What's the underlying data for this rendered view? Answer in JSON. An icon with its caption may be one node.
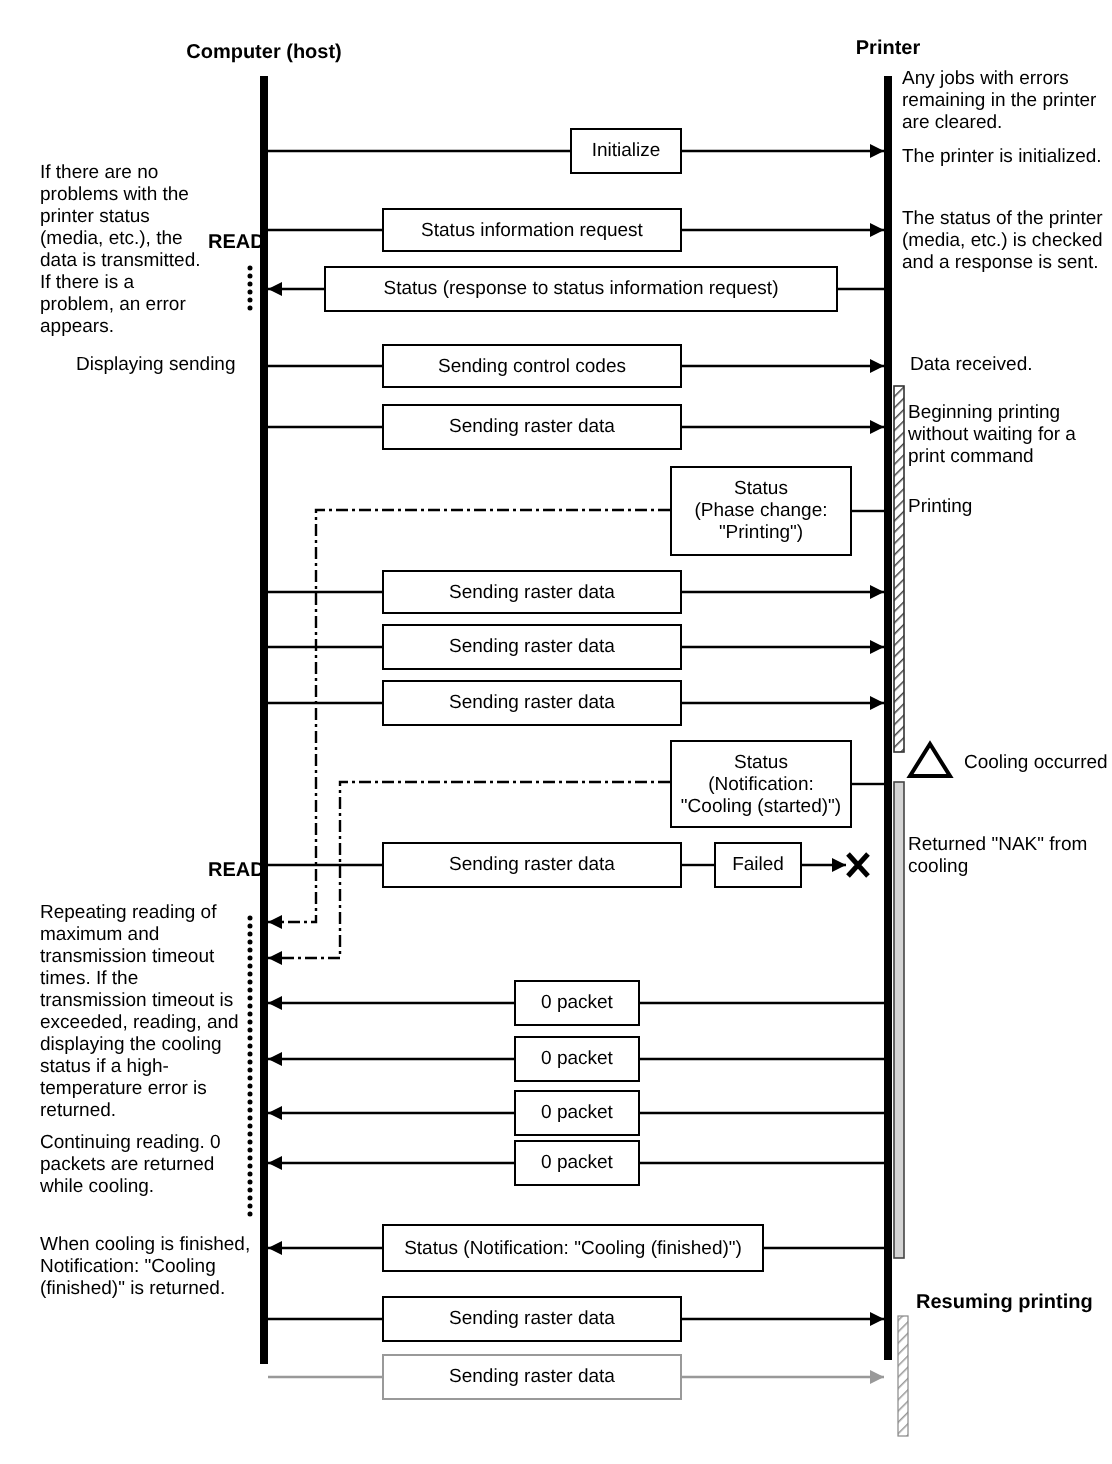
{
  "diagram": {
    "nodes": [
      {
        "text": [
          "Computer (host)"
        ]
      },
      {
        "text": [
          "Printer"
        ]
      },
      {
        "text": [
          "Initialize"
        ]
      },
      {
        "text": [
          "Status information request"
        ]
      },
      {
        "text": [
          "Status (response to status information request)"
        ]
      },
      {
        "text": [
          "Sending control codes"
        ]
      },
      {
        "text": [
          "Sending raster data"
        ]
      },
      {
        "text": [
          "Status",
          "(Phase change: \"Printing\")"
        ]
      },
      {
        "text": [
          "Sending raster data"
        ]
      },
      {
        "text": [
          "Sending raster data"
        ]
      },
      {
        "text": [
          "Sending raster data"
        ]
      },
      {
        "text": [
          "Status",
          "(Notification: \"Cooling (started)\")"
        ]
      },
      {
        "text": [
          "Sending raster data"
        ]
      },
      {
        "text": [
          "Failed"
        ]
      },
      {
        "text": [],
        "shape": "cross"
      },
      {
        "text": [
          "0 packet"
        ]
      },
      {
        "text": [
          "0 packet"
        ]
      },
      {
        "text": [
          "0 packet"
        ]
      },
      {
        "text": [
          "0 packet"
        ]
      },
      {
        "text": [
          "Status (Notification: \"Cooling (finished)\")"
        ]
      },
      {
        "text": [
          "Sending raster data"
        ]
      },
      {
        "text": [
          "Sending raster data"
        ]
      }
    ],
    "edges": [
      {
        "from": 0,
        "to": 2,
        "arrow": "none"
      },
      {
        "from": 2,
        "to": 1,
        "arrow": "to"
      },
      {
        "from": 0,
        "to": 3,
        "arrow": "none"
      },
      {
        "from": 3,
        "to": 1,
        "arrow": "to"
      },
      {
        "from": 1,
        "to": 4,
        "arrow": "none"
      },
      {
        "from": 4,
        "to": 0,
        "arrow": "to"
      },
      {
        "from": 0,
        "to": 5,
        "arrow": "none"
      },
      {
        "from": 5,
        "to": 1,
        "arrow": "to"
      },
      {
        "from": 0,
        "to": 6,
        "arrow": "none"
      },
      {
        "from": 6,
        "to": 1,
        "arrow": "to"
      },
      {
        "from": 1,
        "to": 7,
        "arrow": "none"
      },
      {
        "from": 7,
        "to": 0,
        "arrow": "to",
        "style": "dashed"
      },
      {
        "from": 0,
        "to": 8,
        "arrow": "none"
      },
      {
        "from": 8,
        "to": 1,
        "arrow": "to"
      },
      {
        "from": 0,
        "to": 9,
        "arrow": "none"
      },
      {
        "from": 9,
        "to": 1,
        "arrow": "to"
      },
      {
        "from": 0,
        "to": 10,
        "arrow": "none"
      },
      {
        "from": 10,
        "to": 1,
        "arrow": "to"
      },
      {
        "from": 1,
        "to": 11,
        "arrow": "none"
      },
      {
        "from": 11,
        "to": 0,
        "arrow": "to",
        "style": "dashed"
      },
      {
        "from": 0,
        "to": 12,
        "arrow": "none"
      },
      {
        "from": 12,
        "to": 13,
        "arrow": "none"
      },
      {
        "from": 13,
        "to": 14,
        "arrow": "to"
      },
      {
        "from": 1,
        "to": 15,
        "arrow": "none"
      },
      {
        "from": 15,
        "to": 0,
        "arrow": "to"
      },
      {
        "from": 1,
        "to": 16,
        "arrow": "none"
      },
      {
        "from": 16,
        "to": 0,
        "arrow": "to"
      },
      {
        "from": 1,
        "to": 17,
        "arrow": "none"
      },
      {
        "from": 17,
        "to": 0,
        "arrow": "to"
      },
      {
        "from": 1,
        "to": 18,
        "arrow": "none"
      },
      {
        "from": 18,
        "to": 0,
        "arrow": "to"
      },
      {
        "from": 1,
        "to": 19,
        "arrow": "none"
      },
      {
        "from": 19,
        "to": 0,
        "arrow": "to"
      },
      {
        "from": 0,
        "to": 20,
        "arrow": "none"
      },
      {
        "from": 20,
        "to": 1,
        "arrow": "to"
      },
      {
        "from": 0,
        "to": 21,
        "arrow": "none",
        "color": "#999999"
      },
      {
        "from": 21,
        "to": 1,
        "arrow": "to",
        "color": "#999999"
      }
    ],
    "labels": [
      "Any jobs with errors remaining in the printer are cleared.",
      "The printer is initialized.",
      "If there are no problems with the printer status (media, etc.), the data is transmitted. If there is a problem, an error appears.",
      "The status of the printer (media, etc.) is checked and a response is sent.",
      "READ",
      "Displaying sending",
      "Data received.",
      "Beginning printing without waiting for a print command",
      "Printing",
      "Cooling occurred",
      "Returned \"NAK\" from cooling",
      "READ",
      "Repeating reading of maximum and transmission timeout times. If the transmission timeout is exceeded, reading, and displaying  the cooling status if a high-temperature error is returned.",
      "Continuing reading. 0 packets are returned while cooling.",
      "When cooling is finished, Notification: \"Cooling (finished)\" is returned.",
      "Resuming printing"
    ]
  }
}
